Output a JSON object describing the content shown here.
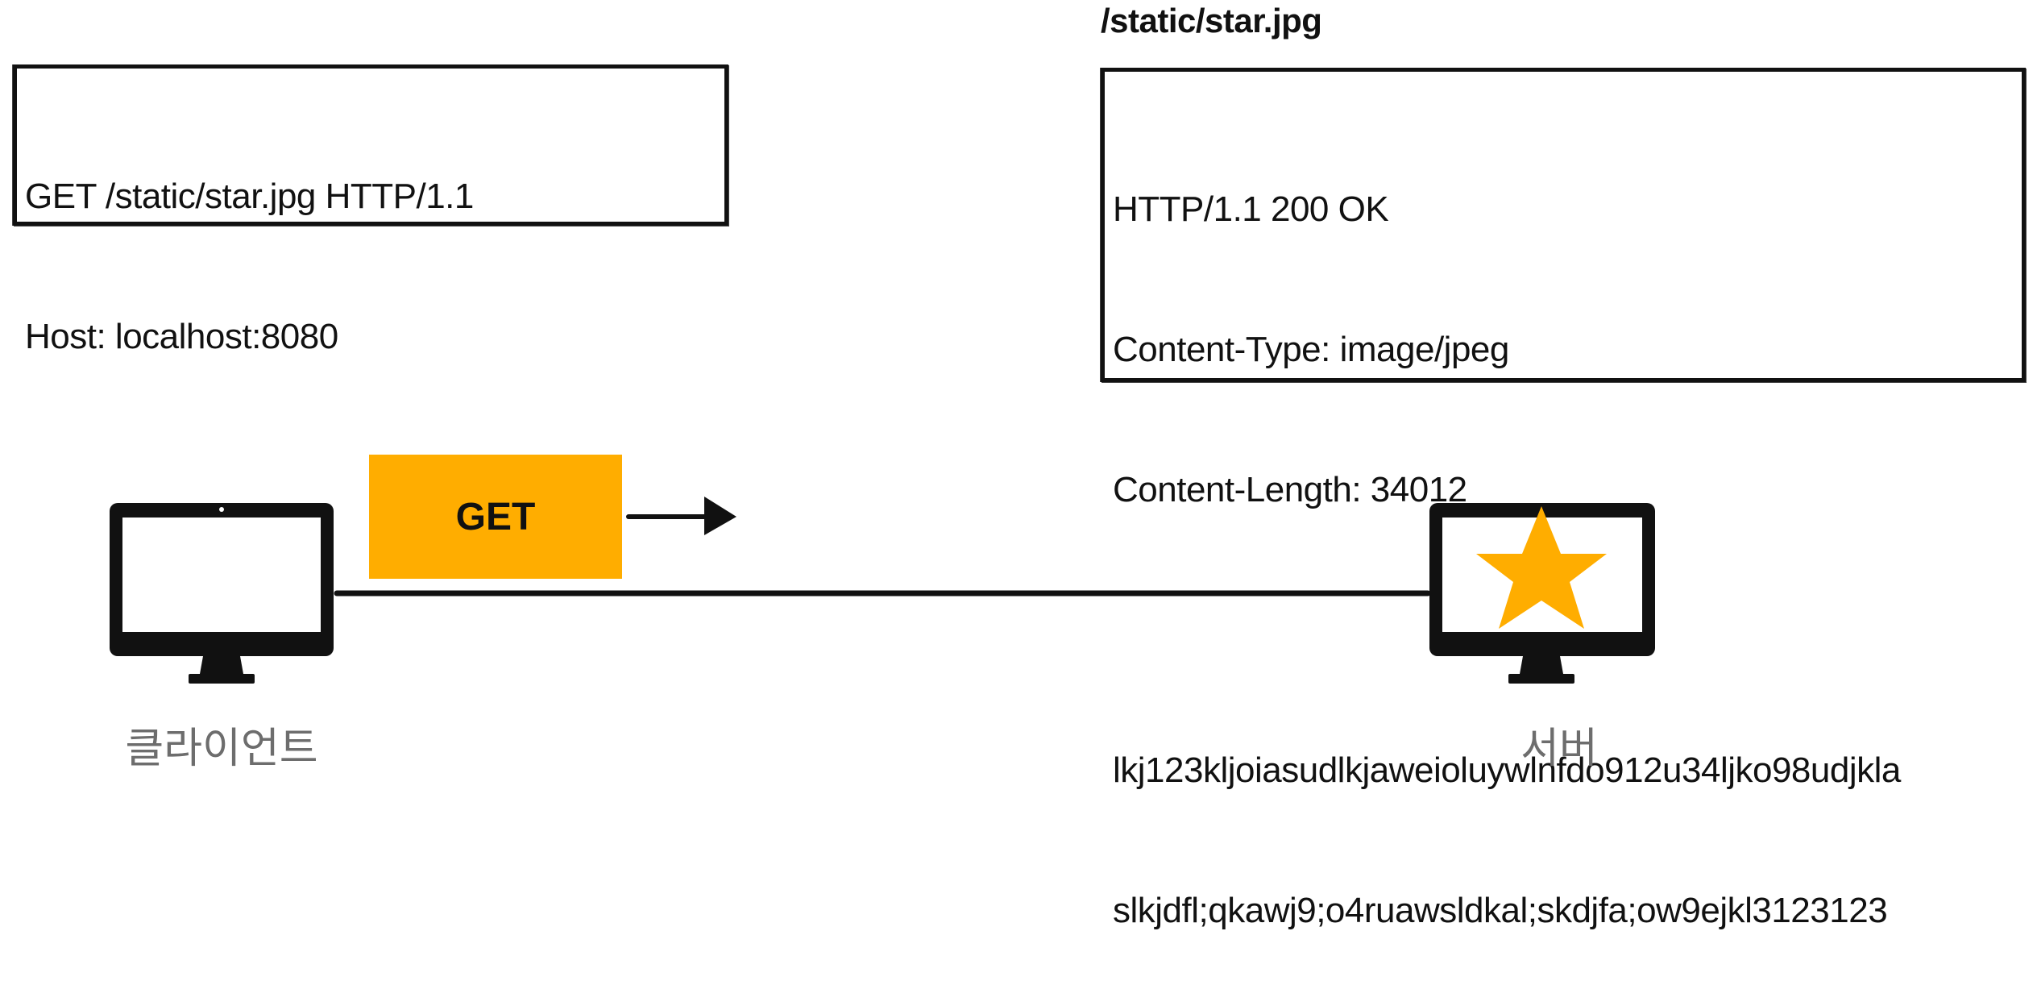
{
  "resource": {
    "title": "/static/star.jpg"
  },
  "request": {
    "lines": [
      "GET /static/star.jpg HTTP/1.1",
      "Host: localhost:8080"
    ]
  },
  "response": {
    "lines": [
      "HTTP/1.1 200 OK",
      "Content-Type: image/jpeg",
      "Content-Length: 34012",
      "",
      "lkj123kljoiasudlkjaweioluywlnfdo912u34ljko98udjkla",
      "slkjdfl;qkawj9;o4ruawsldkal;skdjfa;ow9ejkl3123123"
    ]
  },
  "method_tag": "GET",
  "client": {
    "label": "클라이언트",
    "icon": "monitor-icon"
  },
  "server": {
    "label": "서버",
    "icon": "monitor-icon",
    "screen_icon": "star-icon"
  },
  "colors": {
    "accent": "#FFAD00",
    "stroke": "#111111",
    "label": "#6d6d6d"
  }
}
